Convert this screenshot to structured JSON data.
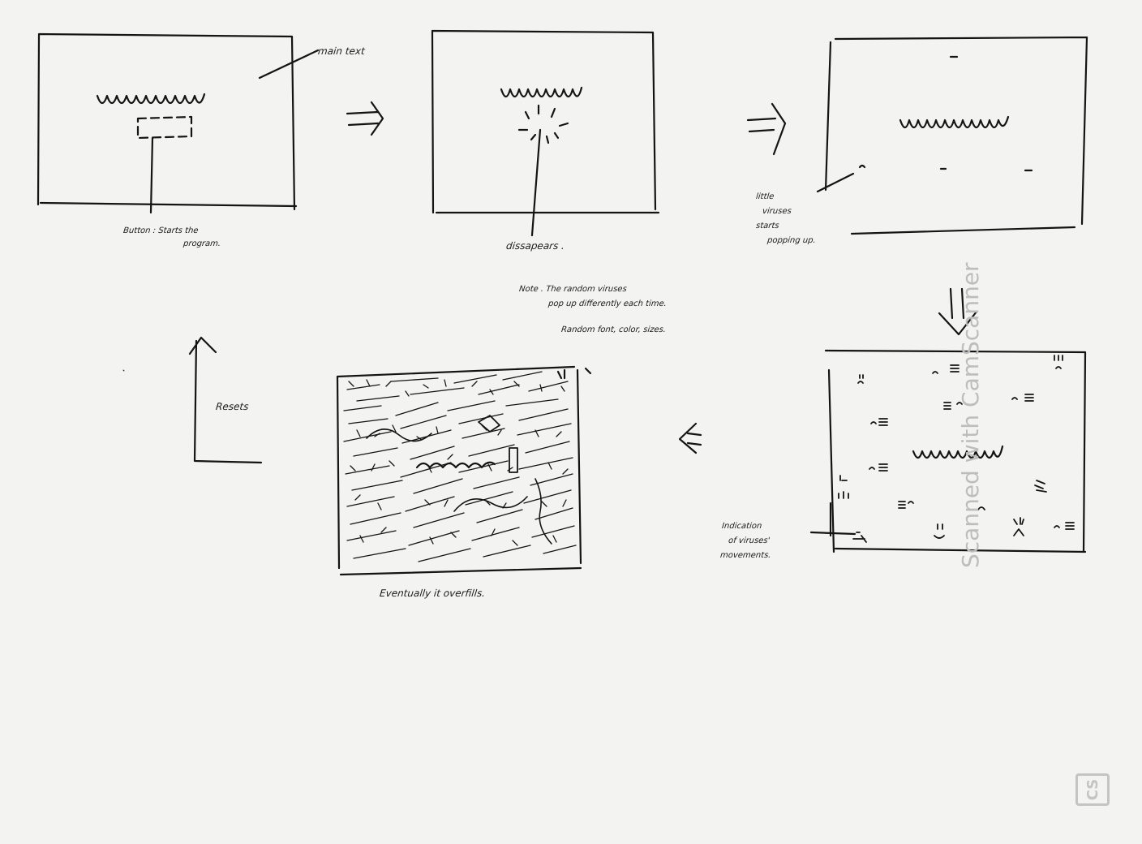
{
  "labels": {
    "main_text": "main text",
    "button_line1": "Button : Starts the",
    "button_line2": "program.",
    "disappears": "dissapears .",
    "viruses_line1": "little",
    "viruses_line2": "viruses",
    "viruses_line3": "starts",
    "viruses_line4": "popping up.",
    "note_line1": "Note . The random viruses",
    "note_line2": "pop up differently each time.",
    "note_line3": "Random font, color, sizes.",
    "movement_line1": "Indication",
    "movement_line2": "of viruses'",
    "movement_line3": "movements.",
    "resets": "Resets",
    "overfills": "Eventually it overfills."
  },
  "watermark": {
    "text": "Scanned with CamScanner",
    "logo": "CS"
  },
  "colors": {
    "paper": "#f3f3f1",
    "ink": "#141414",
    "watermark": "#bdbdbd"
  }
}
